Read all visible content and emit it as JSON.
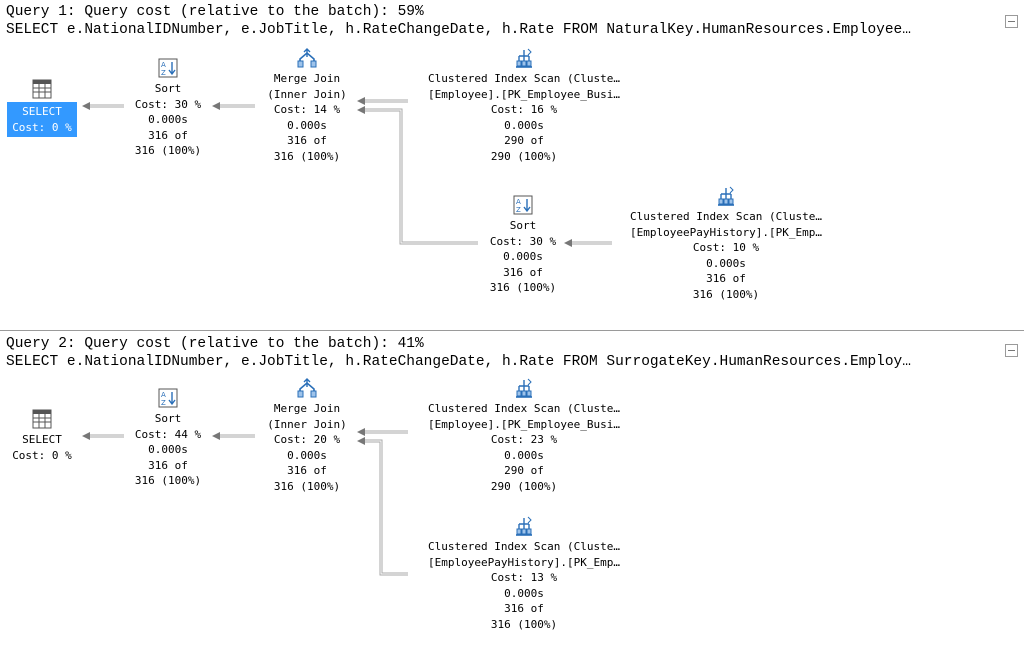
{
  "query1": {
    "header": "Query 1: Query cost (relative to the batch): 59%",
    "sql": "SELECT e.NationalIDNumber, e.JobTitle, h.RateChangeDate, h.Rate FROM NaturalKey.HumanResources.Employee…",
    "nodes": {
      "select": {
        "name": "SELECT",
        "cost": "Cost: 0 %"
      },
      "sort": {
        "name": "Sort",
        "cost": "Cost: 30 %",
        "time": "0.000s",
        "rows": "316 of",
        "pct": "316 (100%)"
      },
      "merge": {
        "name1": "Merge Join",
        "name2": "(Inner Join)",
        "cost": "Cost: 14 %",
        "time": "0.000s",
        "rows": "316 of",
        "pct": "316 (100%)"
      },
      "scan_top": {
        "name1": "Clustered Index Scan (Cluste…",
        "name2": "[Employee].[PK_Employee_Busi…",
        "cost": "Cost: 16 %",
        "time": "0.000s",
        "rows": "290 of",
        "pct": "290 (100%)"
      },
      "sort2": {
        "name": "Sort",
        "cost": "Cost: 30 %",
        "time": "0.000s",
        "rows": "316 of",
        "pct": "316 (100%)"
      },
      "scan_bottom": {
        "name1": "Clustered Index Scan (Cluste…",
        "name2": "[EmployeePayHistory].[PK_Emp…",
        "cost": "Cost: 10 %",
        "time": "0.000s",
        "rows": "316 of",
        "pct": "316 (100%)"
      }
    }
  },
  "query2": {
    "header": "Query 2: Query cost (relative to the batch): 41%",
    "sql": "SELECT e.NationalIDNumber, e.JobTitle, h.RateChangeDate, h.Rate FROM SurrogateKey.HumanResources.Employ…",
    "nodes": {
      "select": {
        "name": "SELECT",
        "cost": "Cost: 0 %"
      },
      "sort": {
        "name": "Sort",
        "cost": "Cost: 44 %",
        "time": "0.000s",
        "rows": "316 of",
        "pct": "316 (100%)"
      },
      "merge": {
        "name1": "Merge Join",
        "name2": "(Inner Join)",
        "cost": "Cost: 20 %",
        "time": "0.000s",
        "rows": "316 of",
        "pct": "316 (100%)"
      },
      "scan_top": {
        "name1": "Clustered Index Scan (Cluste…",
        "name2": "[Employee].[PK_Employee_Busi…",
        "cost": "Cost: 23 %",
        "time": "0.000s",
        "rows": "290 of",
        "pct": "290 (100%)"
      },
      "scan_bottom": {
        "name1": "Clustered Index Scan (Cluste…",
        "name2": "[EmployeePayHistory].[PK_Emp…",
        "cost": "Cost: 13 %",
        "time": "0.000s",
        "rows": "316 of",
        "pct": "316 (100%)"
      }
    }
  },
  "colors": {
    "selection": "#3399ff",
    "arrow": "#aaaaaa",
    "separator": "#9a9a9a"
  },
  "icons": {
    "select": "result-grid-icon",
    "sort": "sort-az-icon",
    "merge": "merge-join-icon",
    "scan": "clustered-index-scan-icon"
  }
}
